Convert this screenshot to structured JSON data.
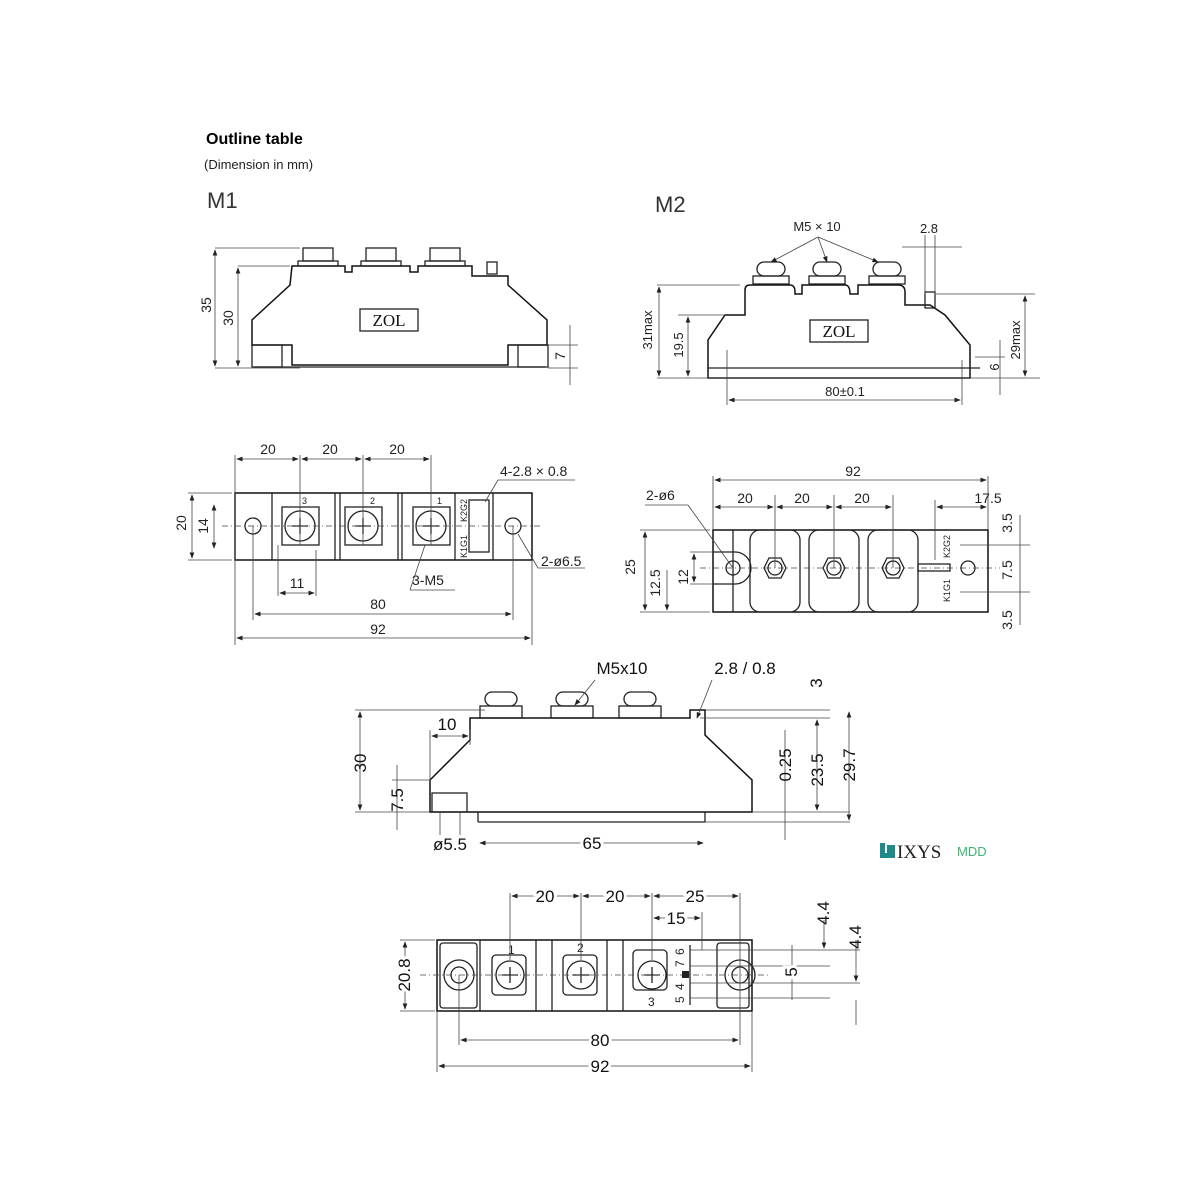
{
  "header": {
    "title": "Outline table",
    "subtitle": "(Dimension in mm)"
  },
  "m1": {
    "label": "M1",
    "side": {
      "logo": "ZOL",
      "dims": [
        "35",
        "30",
        "7"
      ]
    },
    "plan": {
      "pitch": [
        "20",
        "20",
        "20"
      ],
      "tab_note": "4-2.8 × 0.8",
      "height": "20",
      "inner": "14",
      "terminals": [
        "3",
        "2",
        "1"
      ],
      "gates": [
        "K1G1",
        "K2G2"
      ],
      "holes": "2-ø6.5",
      "screws": "3-M5",
      "width11": "11",
      "holes_spacing": "80",
      "length": "92"
    }
  },
  "m2": {
    "label": "M2",
    "side": {
      "screws": "M5 × 10",
      "tab": "2.8",
      "h_max": "31max",
      "h_mid": "19.5",
      "logo": "ZOL",
      "base": "80±0.1",
      "h_base": "6",
      "h_tab": "29max"
    },
    "plan": {
      "length": "92",
      "pitch": [
        "20",
        "20",
        "20"
      ],
      "edge": "17.5",
      "holes": "2-ø6",
      "width": "25",
      "half": "12.5",
      "inner": "12",
      "tab_dims": [
        "3.5",
        "7.5",
        "3.5"
      ],
      "gates": [
        "K1G1",
        "K2G2"
      ]
    }
  },
  "ixys": {
    "brand": "IXYS",
    "model": "MDD",
    "side": {
      "screws": "M5x10",
      "tab": "2.8 / 0.8",
      "d3": "3",
      "d10": "10",
      "h30": "30",
      "h75": "7.5",
      "d025": "0.25",
      "h235": "23.5",
      "h297": "29.7",
      "hole": "ø5.5",
      "base": "65"
    },
    "plan": {
      "pitch": [
        "20",
        "20",
        "25"
      ],
      "d15": "15",
      "width": "20.8",
      "terminals": [
        "1",
        "2",
        "3"
      ],
      "pins": [
        "6",
        "7",
        "4",
        "5"
      ],
      "d44a": "4.4",
      "d44b": "4.4",
      "d5": "5",
      "holes_spacing": "80",
      "length": "92"
    }
  },
  "colors": {
    "brand_green": "#3cb371",
    "logo_teal": "#1f8a8a"
  }
}
